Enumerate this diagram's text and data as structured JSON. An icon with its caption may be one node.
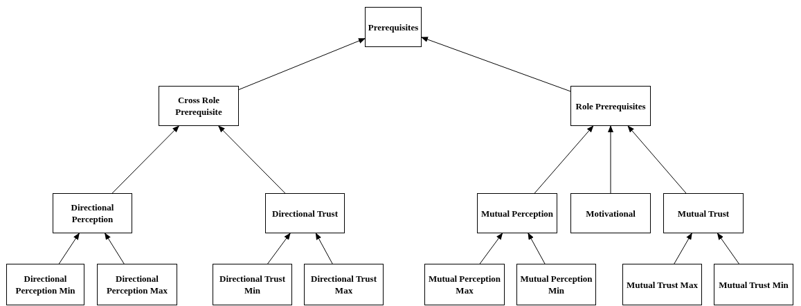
{
  "diagram": {
    "nodes": [
      {
        "text": [
          "Prerequisites"
        ]
      },
      {
        "text": [
          "Cross Role Prerequisite"
        ]
      },
      {
        "text": [
          "Role Prerequisites"
        ]
      },
      {
        "text": [
          "Directional Perception"
        ]
      },
      {
        "text": [
          "Directional Trust"
        ]
      },
      {
        "text": [
          "Mutual Perception"
        ]
      },
      {
        "text": [
          "Motivational"
        ]
      },
      {
        "text": [
          "Mutual Trust"
        ]
      },
      {
        "text": [
          "Directional Perception Min"
        ]
      },
      {
        "text": [
          "Directional Perception Max"
        ]
      },
      {
        "text": [
          "Directional Trust Min"
        ]
      },
      {
        "text": [
          "Directional Trust Max"
        ]
      },
      {
        "text": [
          "Mutual Perception Max"
        ]
      },
      {
        "text": [
          "Mutual Perception Min"
        ]
      },
      {
        "text": [
          "Mutual Trust Max"
        ]
      },
      {
        "text": [
          "Mutual Trust Min"
        ]
      }
    ],
    "edges": [
      {
        "from": 1,
        "to": 0,
        "arrow": "to"
      },
      {
        "from": 2,
        "to": 0,
        "arrow": "to"
      },
      {
        "from": 3,
        "to": 1,
        "arrow": "to"
      },
      {
        "from": 4,
        "to": 1,
        "arrow": "to"
      },
      {
        "from": 5,
        "to": 2,
        "arrow": "to"
      },
      {
        "from": 6,
        "to": 2,
        "arrow": "to"
      },
      {
        "from": 7,
        "to": 2,
        "arrow": "to"
      },
      {
        "from": 8,
        "to": 3,
        "arrow": "to"
      },
      {
        "from": 9,
        "to": 3,
        "arrow": "to"
      },
      {
        "from": 10,
        "to": 4,
        "arrow": "to"
      },
      {
        "from": 11,
        "to": 4,
        "arrow": "to"
      },
      {
        "from": 12,
        "to": 5,
        "arrow": "to"
      },
      {
        "from": 13,
        "to": 5,
        "arrow": "to"
      },
      {
        "from": 14,
        "to": 7,
        "arrow": "to"
      },
      {
        "from": 15,
        "to": 7,
        "arrow": "to"
      }
    ]
  }
}
